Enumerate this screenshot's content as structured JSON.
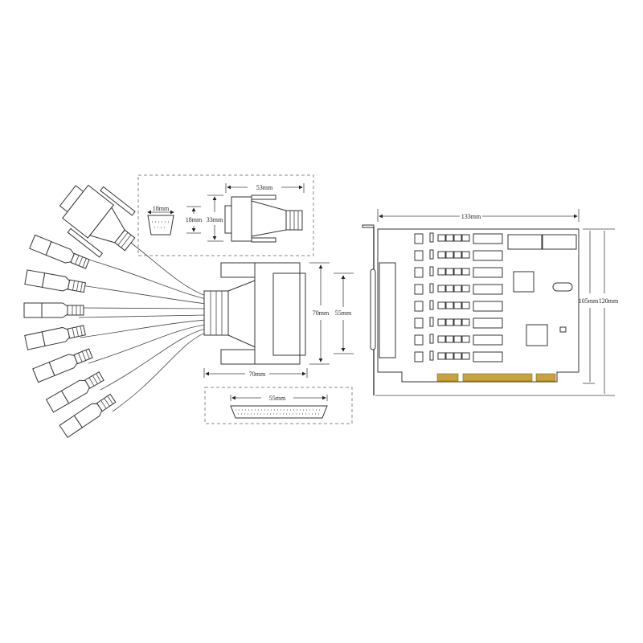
{
  "diagram": {
    "db9_detail": {
      "face_width": "18mm",
      "face_height": "18mm",
      "housing_height": "33mm",
      "housing_length": "53mm"
    },
    "main_connector": {
      "height_outer": "70mm",
      "height_inner": "55mm",
      "length": "70mm"
    },
    "main_connector_face": {
      "width": "55mm"
    },
    "pci_card": {
      "width": "133mm",
      "height_board": "105mm",
      "height_total": "120mm"
    },
    "colors": {
      "line": "#333333",
      "gold_finger": "#c8a23a",
      "dashed_box": "#888888"
    }
  }
}
